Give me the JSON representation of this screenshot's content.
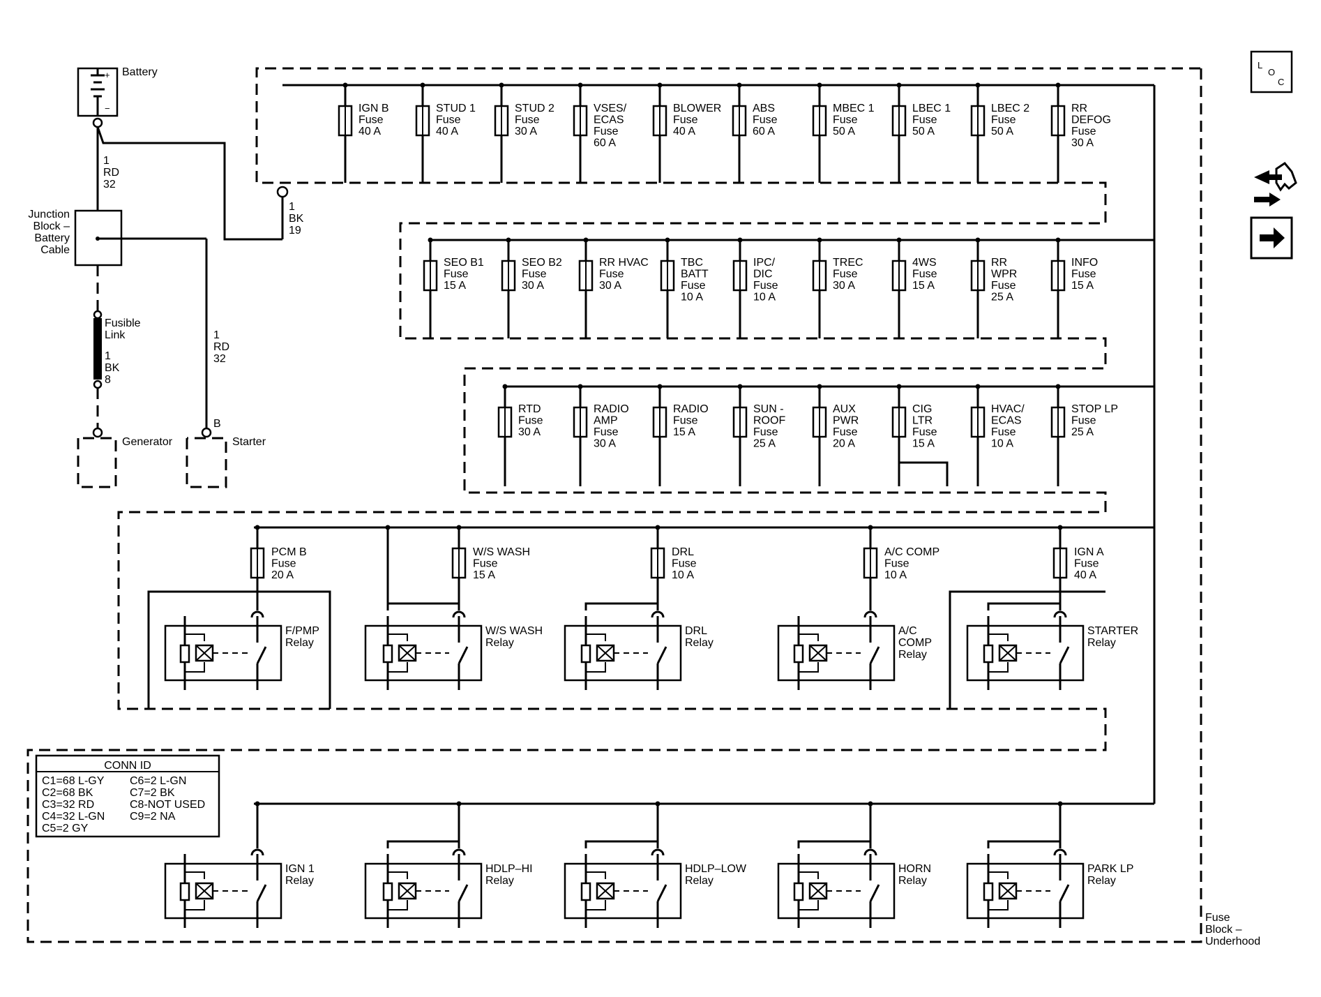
{
  "battery": {
    "label": "Battery",
    "plus": "+",
    "minus": "−"
  },
  "wire_rd_top": [
    "1",
    "RD",
    "32"
  ],
  "wire_bk_19": [
    "1",
    "BK",
    "19"
  ],
  "junction_block": [
    "Junction",
    "Block –",
    "Battery",
    "Cable"
  ],
  "fusible_link": {
    "lines": [
      "Fusible",
      "Link"
    ],
    "wire": [
      "1",
      "BK",
      "8"
    ]
  },
  "wire_rd_starter": [
    "1",
    "RD",
    "32"
  ],
  "generator": {
    "label": "Generator"
  },
  "starter": {
    "label": "Starter",
    "pin": "B"
  },
  "fuse_rows": [
    [
      {
        "lines": [
          "IGN B",
          "Fuse",
          "40 A"
        ]
      },
      {
        "lines": [
          "STUD 1",
          "Fuse",
          "40 A"
        ]
      },
      {
        "lines": [
          "STUD 2",
          "Fuse",
          "30 A"
        ]
      },
      {
        "lines": [
          "VSES/",
          "ECAS",
          "Fuse",
          "60 A"
        ]
      },
      {
        "lines": [
          "BLOWER",
          "Fuse",
          "40 A"
        ]
      },
      {
        "lines": [
          "ABS",
          "Fuse",
          "60 A"
        ]
      },
      {
        "lines": [
          "MBEC 1",
          "Fuse",
          "50 A"
        ]
      },
      {
        "lines": [
          "LBEC 1",
          "Fuse",
          "50 A"
        ]
      },
      {
        "lines": [
          "LBEC 2",
          "Fuse",
          "50 A"
        ]
      },
      {
        "lines": [
          "RR",
          "DEFOG",
          "Fuse",
          "30 A"
        ]
      }
    ],
    [
      {
        "lines": [
          "SEO B1",
          "Fuse",
          "15 A"
        ]
      },
      {
        "lines": [
          "SEO B2",
          "Fuse",
          "30 A"
        ]
      },
      {
        "lines": [
          "RR HVAC",
          "Fuse",
          "30 A"
        ]
      },
      {
        "lines": [
          "TBC",
          "BATT",
          "Fuse",
          "10 A"
        ]
      },
      {
        "lines": [
          "IPC/",
          "DIC",
          "Fuse",
          "10 A"
        ]
      },
      {
        "lines": [
          "TREC",
          "Fuse",
          "30 A"
        ]
      },
      {
        "lines": [
          "4WS",
          "Fuse",
          "15 A"
        ]
      },
      {
        "lines": [
          "RR",
          "WPR",
          "Fuse",
          "25 A"
        ]
      },
      {
        "lines": [
          "INFO",
          "Fuse",
          "15 A"
        ]
      }
    ],
    [
      {
        "lines": [
          "RTD",
          "Fuse",
          "30 A"
        ]
      },
      {
        "lines": [
          "RADIO",
          "AMP",
          "Fuse",
          "30 A"
        ]
      },
      {
        "lines": [
          "RADIO",
          "Fuse",
          "15 A"
        ]
      },
      {
        "lines": [
          "SUN -",
          "ROOF",
          "Fuse",
          "25 A"
        ]
      },
      {
        "lines": [
          "AUX",
          "PWR",
          "Fuse",
          "20 A"
        ]
      },
      {
        "lines": [
          "CIG",
          "LTR",
          "Fuse",
          "15 A"
        ]
      },
      {
        "lines": [
          "HVAC/",
          "ECAS",
          "Fuse",
          "10 A"
        ]
      },
      {
        "lines": [
          "STOP LP",
          "Fuse",
          "25 A"
        ]
      }
    ]
  ],
  "relay_fuses": [
    {
      "lines": [
        "PCM B",
        "Fuse",
        "20 A"
      ]
    },
    {
      "lines": [
        "W/S WASH",
        "Fuse",
        "15 A"
      ]
    },
    {
      "lines": [
        "DRL",
        "Fuse",
        "10 A"
      ]
    },
    {
      "lines": [
        "A/C COMP",
        "Fuse",
        "10 A"
      ]
    },
    {
      "lines": [
        "IGN A",
        "Fuse",
        "40 A"
      ]
    }
  ],
  "relays_row1": [
    {
      "lines": [
        "F/PMP",
        "Relay"
      ]
    },
    {
      "lines": [
        "W/S WASH",
        "Relay"
      ]
    },
    {
      "lines": [
        "DRL",
        "Relay"
      ]
    },
    {
      "lines": [
        "A/C",
        "COMP",
        "Relay"
      ]
    },
    {
      "lines": [
        "STARTER",
        "Relay"
      ]
    }
  ],
  "relays_row2": [
    {
      "lines": [
        "IGN 1",
        "Relay"
      ]
    },
    {
      "lines": [
        "HDLP–HI",
        "Relay"
      ]
    },
    {
      "lines": [
        "HDLP–LOW",
        "Relay"
      ]
    },
    {
      "lines": [
        "HORN",
        "Relay"
      ]
    },
    {
      "lines": [
        "PARK LP",
        "Relay"
      ]
    }
  ],
  "conn_id": {
    "title": "CONN ID",
    "left": [
      "C1=68 L-GY",
      "C2=68 BK",
      "C3=32 RD",
      "C4=32 L-GN",
      "C5=2 GY"
    ],
    "right": [
      "C6=2 L-GN",
      "C7=2 BK",
      "C8-NOT USED",
      "C9=2 NA"
    ]
  },
  "fuse_block_label": [
    "Fuse",
    "Block –",
    "Underhood"
  ],
  "icons": {
    "loc": "loc-icon",
    "tools": "tools-icon",
    "arrow": "arrow-right-icon"
  },
  "loc_letters": [
    "L",
    "O",
    "C"
  ]
}
